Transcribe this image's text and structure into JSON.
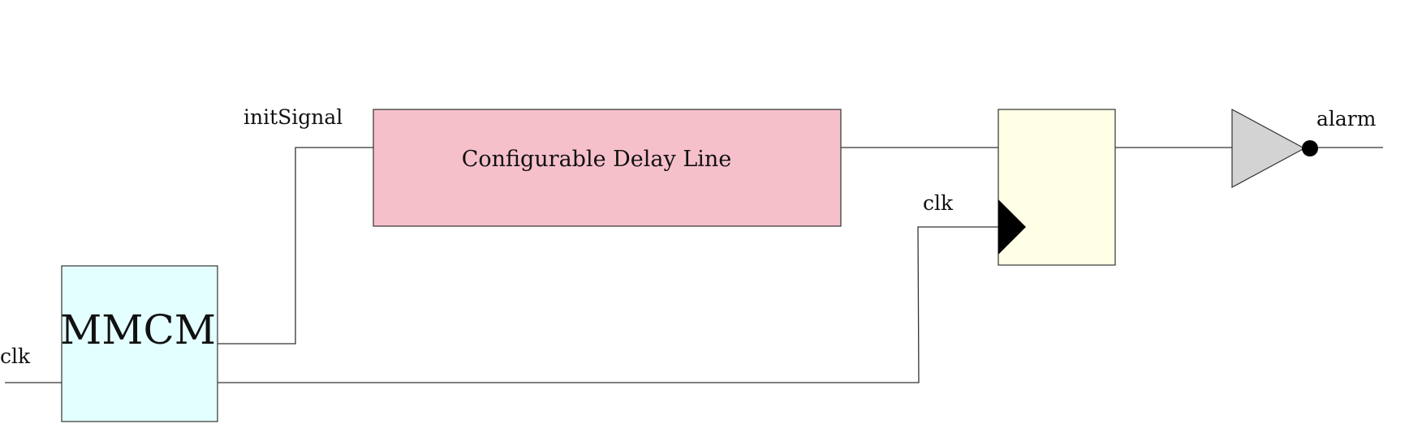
{
  "diagram": {
    "labels": {
      "clk_input": "clk",
      "mmcm": "MMCM",
      "init_signal": "initSignal",
      "delay_line": "Configurable Delay Line",
      "clk_ff": "clk",
      "alarm": "alarm"
    },
    "colors": {
      "mmcm_fill": "#e4ffff",
      "delay_fill": "#f6c0cb",
      "flipflop_fill": "#ffffe6",
      "inverter_fill": "#d3d3d3",
      "wire": "#333333",
      "clock_marker": "#000000"
    }
  }
}
